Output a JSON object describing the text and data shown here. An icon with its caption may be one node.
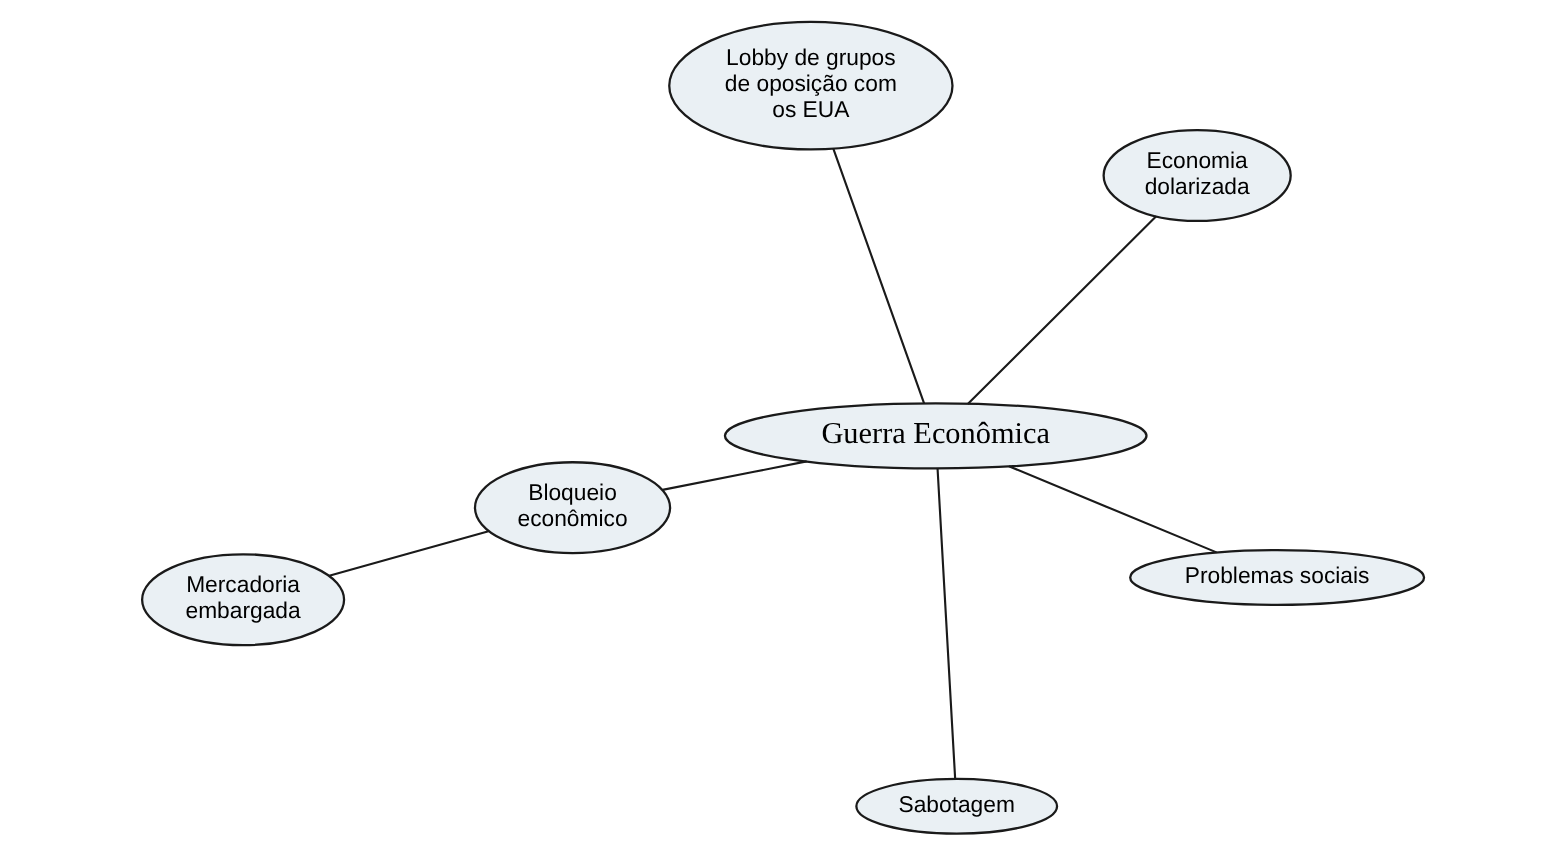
{
  "diagram": {
    "nodes": [
      {
        "text": [
          "Guerra Econômica"
        ]
      },
      {
        "text": [
          "Problemas sociais"
        ]
      },
      {
        "text": [
          "Sabotagem"
        ]
      },
      {
        "text": [
          "Lobby de grupos de oposição com os EUA"
        ]
      },
      {
        "text": [
          "Economia dolarizada"
        ]
      },
      {
        "text": [
          "Bloqueio econômico"
        ]
      },
      {
        "text": [
          "Mercadoria embargada"
        ]
      }
    ],
    "edges": [
      {
        "from": 0,
        "to": 1,
        "arrow": "none"
      },
      {
        "from": 0,
        "to": 2,
        "arrow": "none"
      },
      {
        "from": 0,
        "to": 3,
        "arrow": "none"
      },
      {
        "from": 0,
        "to": 4,
        "arrow": "none"
      },
      {
        "from": 0,
        "to": 5,
        "arrow": "none"
      },
      {
        "from": 5,
        "to": 6,
        "arrow": "none"
      }
    ]
  }
}
